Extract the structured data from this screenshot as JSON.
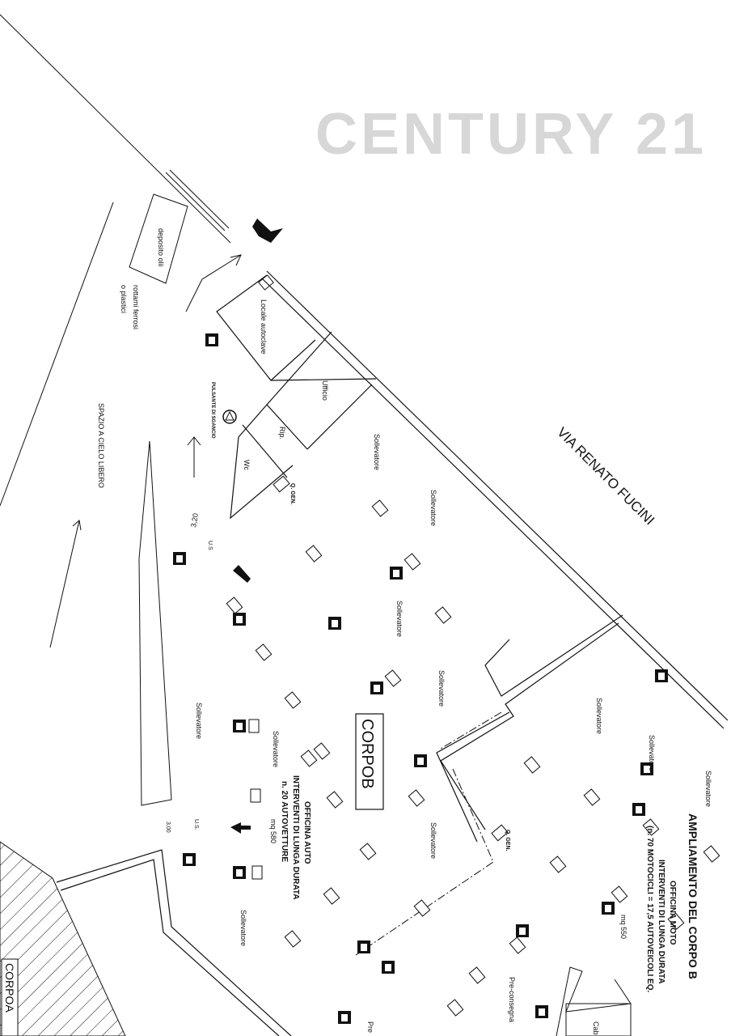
{
  "labels": {
    "deposito": "deposito olii",
    "rottami_1": "rottami ferrosi",
    "rottami_2": "o plastici",
    "spazio": "SPAZIO A CIELO LIBERO",
    "autoclave": "Locale autoclave",
    "ufficio": "Ufficio",
    "rip": "Rip.",
    "wc": "Wc",
    "pulsante": "PULSANTE DI SGANCIO",
    "qgen_1": "Q. GEN.",
    "qgen_2": "Q. GEN.",
    "dim_320": "3,20",
    "dim_300": "3,00",
    "us_1": "U.S",
    "us_2": "U.S.",
    "street": "VIA RENATO FUCINI",
    "corpo_b": "CORPOB",
    "corpo_a": "CORPOA",
    "officina_auto": [
      "OFFICINA AUTO",
      "INTERVENTI DI LUNGA DURATA",
      "n. 20 AUTOVETTURE",
      "mq 580"
    ],
    "ampliamento": "AMPLIAMENTO DEL CORPO B",
    "officina_moto": [
      "OFFICINA MOTO",
      "INTERVENTI DI LUNGA DURATA",
      "(n. 70 MOTOCICLI = 17,5 AUTOVEICOLI EQ.",
      "mq 550"
    ],
    "preconsegna": "Pre-consegna",
    "pre": "Pre",
    "cab": "Cab",
    "sollevatore": "Sollevatore"
  },
  "watermark": "CENTURY 21",
  "icons": [
    "fire-extinguisher-icon",
    "arrow-icon",
    "entrance-arrow-icon",
    "electrical-panel-icon",
    "alarm-button-icon"
  ]
}
